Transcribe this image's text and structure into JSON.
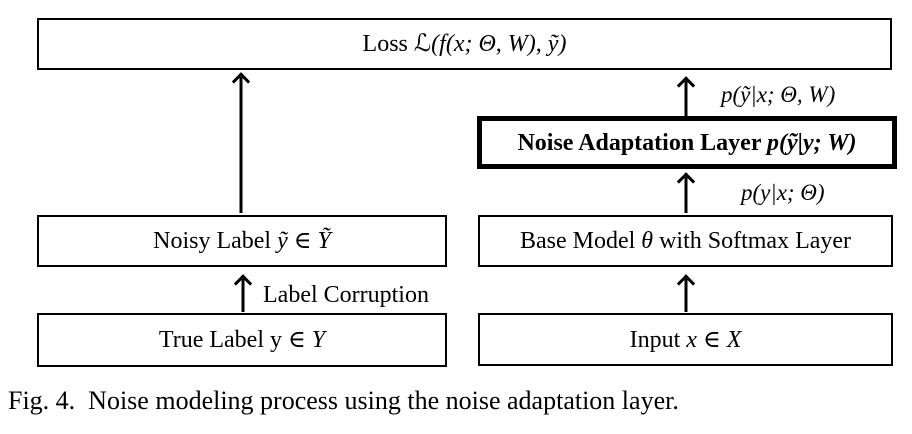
{
  "diagram": {
    "loss_box": {
      "prefix": "Loss ",
      "formula": "ℒ(f(x; Θ, W), ỹ)"
    },
    "noise_adaptation_box": {
      "prefix": "Noise Adaptation Layer ",
      "formula": "p(ỹ|y; W)"
    },
    "noisy_label_box": {
      "prefix": "Noisy Label ",
      "formula": "ỹ ∈ Ỹ"
    },
    "base_model_box": {
      "prefix": "Base Model ",
      "theta": "θ",
      "suffix": " with Softmax Layer"
    },
    "true_label_box": {
      "prefix": "True Label y ∈ ",
      "formula": "Y"
    },
    "input_box": {
      "prefix": "Input ",
      "formula": "x ∈ X"
    },
    "labels": {
      "p_noisy_given_x": "p(ỹ|x; Θ, W)",
      "p_y_given_x": "p(y|x; Θ)",
      "label_corruption": "Label Corruption"
    }
  },
  "caption": "Fig. 4.  Noise modeling process using the noise adaptation layer.",
  "colors": {
    "border": "#000000",
    "background": "#ffffff",
    "text": "#000000"
  }
}
